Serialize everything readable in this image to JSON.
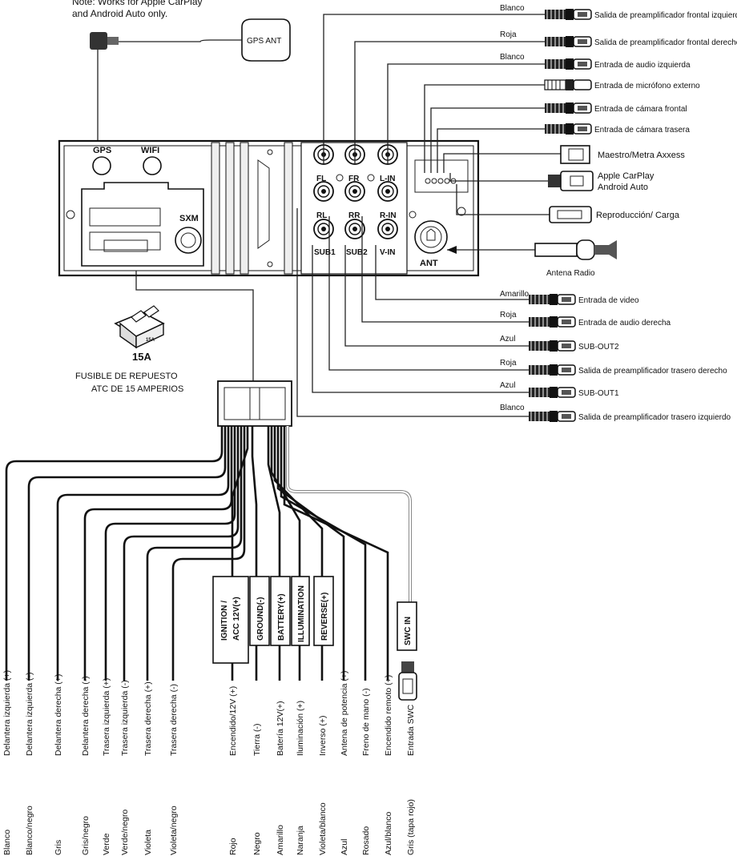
{
  "gps_note": [
    "Note: Works for Apple CarPlay",
    "and Android Auto only."
  ],
  "gps_ant_label": "GPS ANT",
  "unit": {
    "gps": "GPS",
    "wifi": "WIFI",
    "sxm": "SXM",
    "ant": "ANT",
    "rca_top": [
      "FL",
      "FR",
      "L-IN"
    ],
    "rca_mid": [
      "RL",
      "RR",
      "R-IN"
    ],
    "rca_bot": [
      "SUB1",
      "SUB2",
      "V-IN"
    ]
  },
  "fuse": {
    "rating": "15A",
    "body_label": "15A",
    "caption": [
      "FUSIBLE DE REPUESTO",
      "ATC DE 15 AMPERIOS"
    ]
  },
  "right_top": [
    {
      "color": "Blanco",
      "label": "Salida de preamplificador frontal izquierdo"
    },
    {
      "color": "Roja",
      "label": "Salida de preamplificador frontal derecho"
    },
    {
      "color": "Blanco",
      "label": "Entrada de audio izquierda"
    },
    {
      "color": "",
      "label": "Entrada de micrófono externo"
    },
    {
      "color": "",
      "label": "Entrada de cámara frontal"
    },
    {
      "color": "",
      "label": "Entrada de cámara trasera"
    },
    {
      "color": "",
      "label": "Maestro/Metra Axxess"
    },
    {
      "color": "",
      "label": "Apple CarPlay"
    },
    {
      "color": "",
      "label": "Android Auto"
    },
    {
      "color": "",
      "label": "Reproducción/ Carga"
    },
    {
      "color": "",
      "label": "Antena Radio"
    }
  ],
  "right_bottom": [
    {
      "color": "Amarillo",
      "label": "Entrada de video"
    },
    {
      "color": "Roja",
      "label": "Entrada de audio derecha"
    },
    {
      "color": "Azul",
      "label": "SUB-OUT2"
    },
    {
      "color": "Roja",
      "label": "Salida de preamplificador trasero derecho"
    },
    {
      "color": "Azul",
      "label": "SUB-OUT1"
    },
    {
      "color": "Blanco",
      "label": "Salida de preamplificador trasero izquierdo"
    }
  ],
  "boxes": [
    "IGNITION / ACC 12V(+)",
    "GROUND(-)",
    "BATTERY(+)",
    "ILLUMINATION",
    "REVERSE(+)",
    "SWC IN"
  ],
  "wires": [
    {
      "function": "Delantera  izquierda (+)",
      "color": "Blanco"
    },
    {
      "function": "Delantera  izquierda (-)",
      "color": "Blanco/negro"
    },
    {
      "function": "Delantera derecha (+)",
      "color": "Gris"
    },
    {
      "function": "Delantera derecha (-)",
      "color": "Gris/negro"
    },
    {
      "function": "Trasera izquierda (+)",
      "color": "Verde"
    },
    {
      "function": "Trasera izquierda (-)",
      "color": "Verde/negro"
    },
    {
      "function": "Trasera derecha (+)",
      "color": "Violeta"
    },
    {
      "function": "Trasera derecha (-)",
      "color": "Violeta/negro"
    },
    {
      "function": "Encendido/12V (+)",
      "color": "Rojo"
    },
    {
      "function": "Tierra (-)",
      "color": "Negro"
    },
    {
      "function": "Batería 12V(+)",
      "color": "Amarillo"
    },
    {
      "function": "Iluminación (+)",
      "color": "Naranja"
    },
    {
      "function": "Inverso (+)",
      "color": "Violeta/blanco"
    },
    {
      "function": "Antena de potencia (+)",
      "color": "Azul"
    },
    {
      "function": "Freno de mano (-)",
      "color": "Rosado"
    },
    {
      "function": "Encendido remoto (+)",
      "color": "Azul/blanco"
    },
    {
      "function": "Entrada SWC",
      "color": "Gris (tapa rojo)"
    }
  ]
}
